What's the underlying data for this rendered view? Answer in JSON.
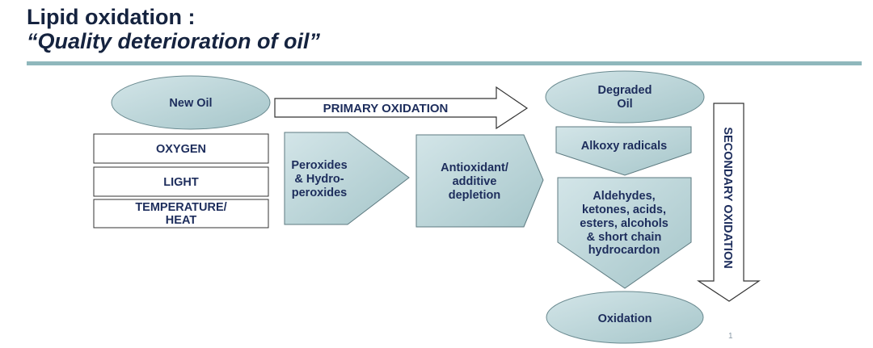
{
  "header": {
    "title": "Lipid oxidation :",
    "subtitle": "“Quality deterioration of oil”"
  },
  "colors": {
    "text": "#1d2d5c",
    "accent_rule": "#8fb7bc",
    "shape_fill": "#bcd6da"
  },
  "diagram": {
    "new_oil": "New Oil",
    "primary_arrow": "PRIMARY OXIDATION",
    "factors": [
      "OXYGEN",
      "LIGHT",
      "TEMPERATURE/",
      "HEAT"
    ],
    "peroxides": [
      "Peroxides",
      "& Hydro-",
      "peroxides"
    ],
    "antioxidant": [
      "Antioxidant/",
      "additive",
      "depletion"
    ],
    "degraded_oil": [
      "Degraded",
      "Oil"
    ],
    "alkoxy": "Alkoxy radicals",
    "products": [
      "Aldehydes,",
      "ketones, acids,",
      "esters, alcohols",
      "& short chain",
      "hydrocardon"
    ],
    "oxidation": "Oxidation",
    "secondary_arrow": "SECONDARY OXIDATION"
  },
  "footer": {
    "page_number": "1"
  }
}
